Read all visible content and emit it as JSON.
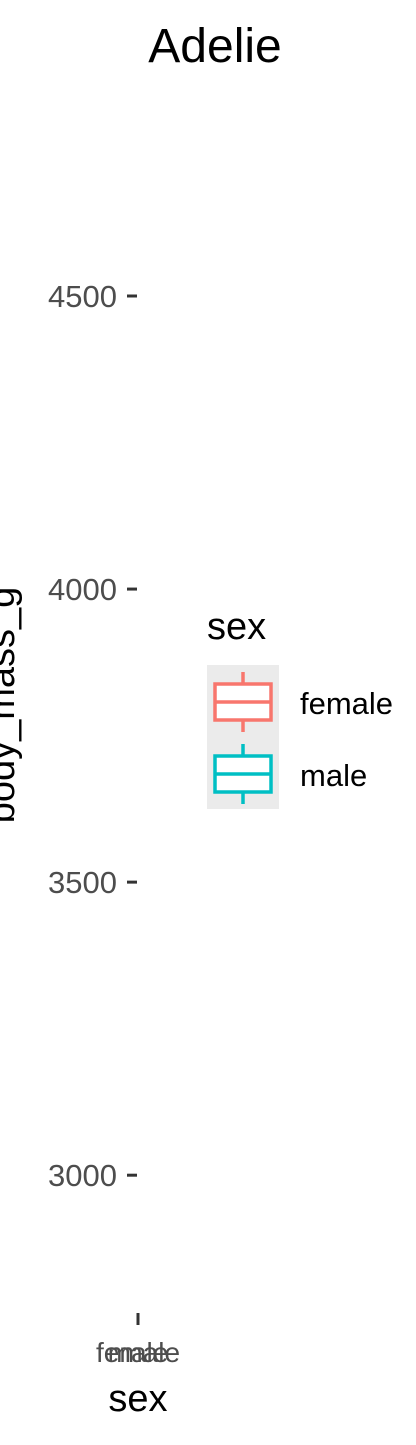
{
  "chart_data": {
    "type": "box",
    "title": "Adelie",
    "xlabel": "sex",
    "ylabel": "body_mass_g",
    "categories": [
      "female",
      "male"
    ],
    "y_ticks": [
      3000,
      3500,
      4000,
      4500
    ],
    "y_tick_labels": [
      "3000",
      "3500",
      "4000",
      "4500"
    ],
    "ylim": [
      2770,
      4860
    ],
    "grid": false,
    "legend": {
      "title": "sex",
      "placement": "right",
      "entries": [
        {
          "label": "female",
          "color": "#F8766D"
        },
        {
          "label": "male",
          "color": "#00BFC4"
        }
      ]
    }
  }
}
